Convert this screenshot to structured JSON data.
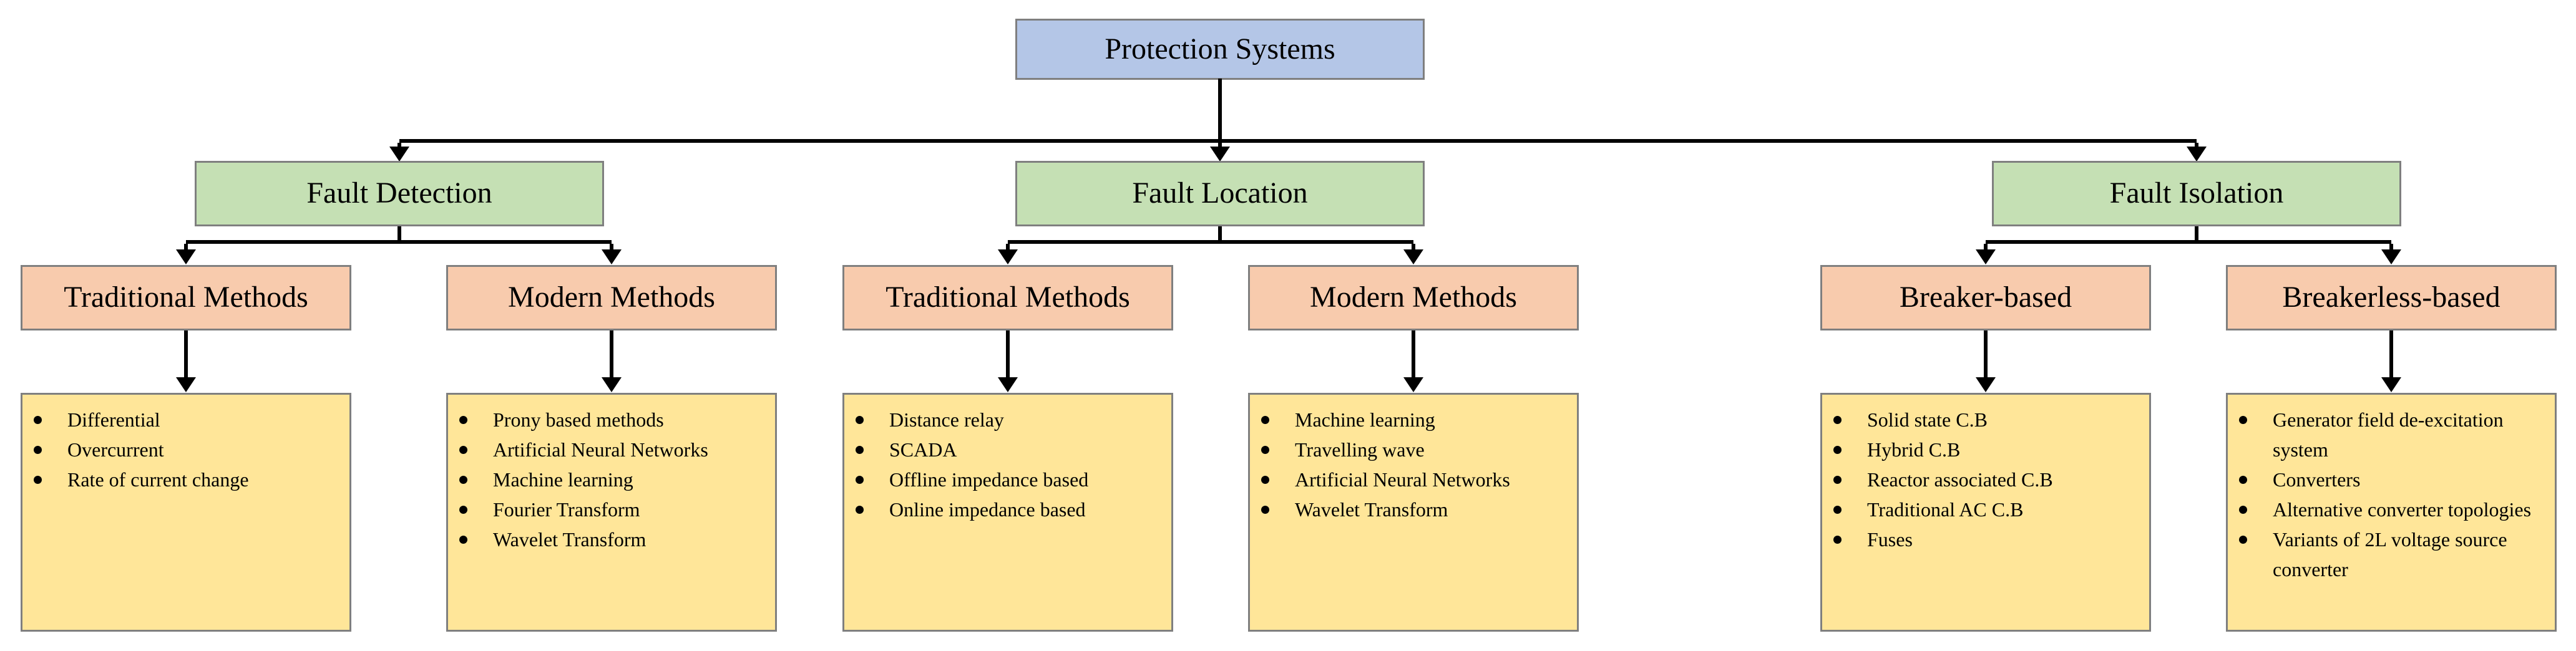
{
  "diagram": {
    "title": "Protection Systems taxonomy diagram"
  },
  "root": {
    "label": "Protection Systems"
  },
  "branches": [
    {
      "label": "Fault Detection",
      "children": [
        {
          "label": "Traditional Methods",
          "items": [
            "Differential",
            "Overcurrent",
            "Rate of current change"
          ]
        },
        {
          "label": "Modern Methods",
          "items": [
            "Prony based methods",
            "Artificial Neural Networks",
            "Machine learning",
            "Fourier Transform",
            "Wavelet Transform"
          ]
        }
      ]
    },
    {
      "label": "Fault Location",
      "children": [
        {
          "label": "Traditional Methods",
          "items": [
            "Distance relay",
            "SCADA",
            "Offline impedance based",
            "Online impedance based"
          ]
        },
        {
          "label": "Modern Methods",
          "items": [
            "Machine learning",
            "Travelling wave",
            "Artificial Neural Networks",
            "Wavelet Transform"
          ]
        }
      ]
    },
    {
      "label": "Fault Isolation",
      "children": [
        {
          "label": "Breaker-based",
          "items": [
            "Solid state C.B",
            "Hybrid C.B",
            "Reactor associated C.B",
            "Traditional AC C.B",
            "Fuses"
          ]
        },
        {
          "label": "Breakerless-based",
          "items": [
            "Generator field de-excitation system",
            "Converters",
            "Alternative converter topologies",
            "Variants of 2L voltage source converter"
          ]
        }
      ]
    }
  ],
  "colors": {
    "root_fill": "#b4c6e7",
    "branch_fill": "#c5e0b4",
    "method_fill": "#f8cbad",
    "leaf_fill": "#ffe699",
    "border": "#7f7f7f",
    "connector": "#000000"
  }
}
